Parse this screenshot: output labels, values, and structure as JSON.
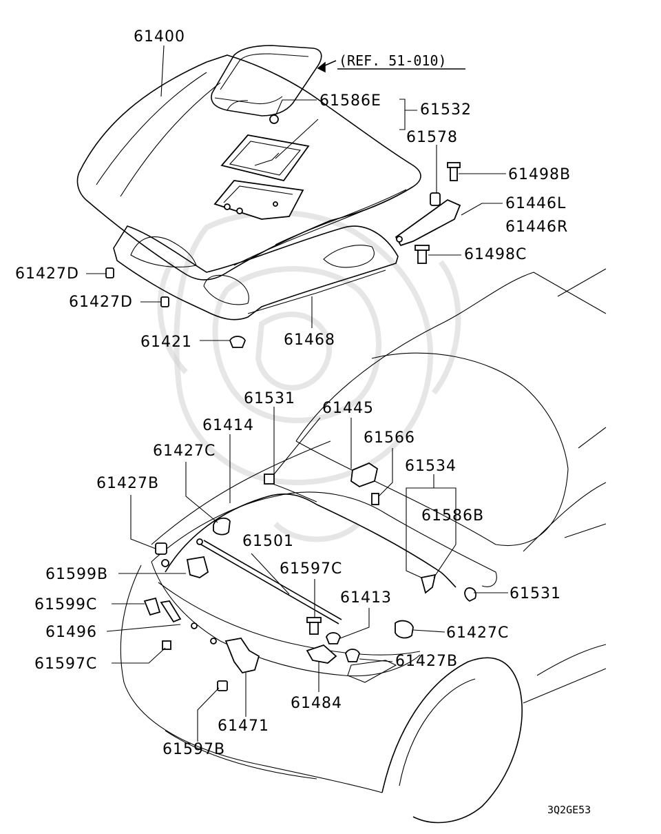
{
  "reference_note": "(REF. 51-010)",
  "image_code": "3Q2GE53",
  "callouts": {
    "c61400": "61400",
    "c61586E": "61586E",
    "c61532": "61532",
    "c61578": "61578",
    "c61498B": "61498B",
    "c61446L": "61446L",
    "c61446R": "61446R",
    "c61498C": "61498C",
    "c61427D_1": "61427D",
    "c61427D_2": "61427D",
    "c61421": "61421",
    "c61468": "61468",
    "c61531_1": "61531",
    "c61445": "61445",
    "c61414": "61414",
    "c61566": "61566",
    "c61427C_1": "61427C",
    "c61534": "61534",
    "c61427B_1": "61427B",
    "c61586B": "61586B",
    "c61501": "61501",
    "c61597C_1": "61597C",
    "c61599B": "61599B",
    "c61599C": "61599C",
    "c61413": "61413",
    "c61531_2": "61531",
    "c61496": "61496",
    "c61427C_2": "61427C",
    "c61597C_2": "61597C",
    "c61427B_2": "61427B",
    "c61484": "61484",
    "c61471": "61471",
    "c61597B": "61597B"
  }
}
